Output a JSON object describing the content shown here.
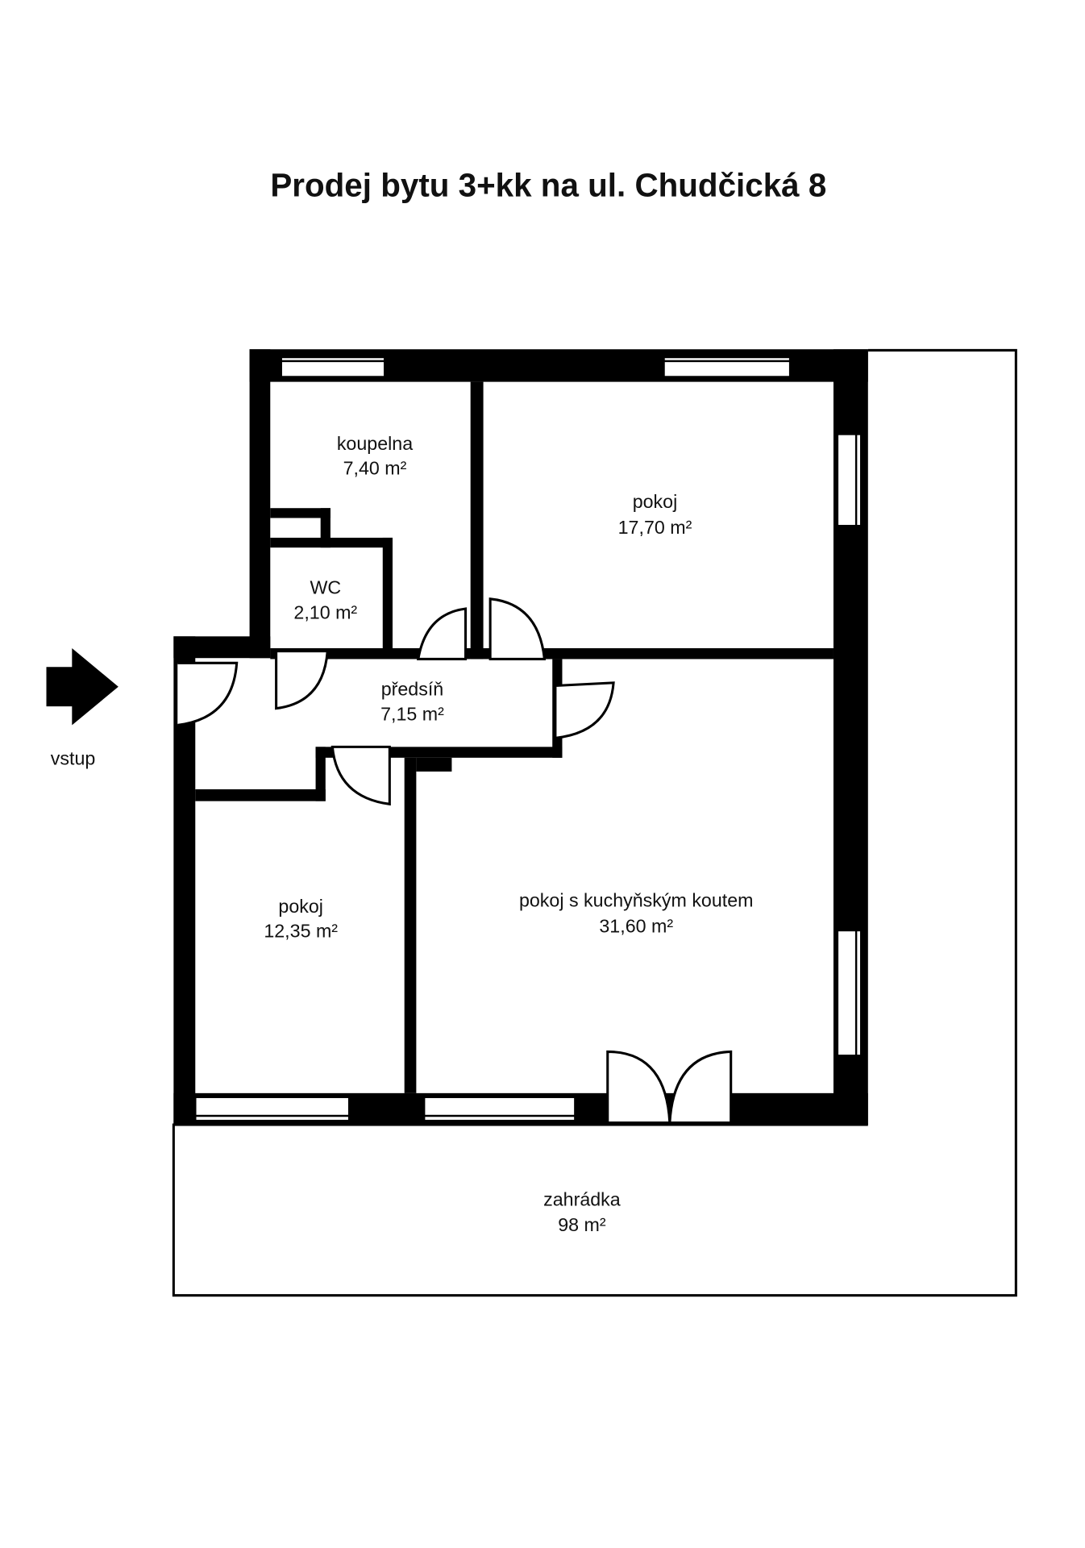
{
  "title": "Prodej bytu 3+kk na ul. Chudčická 8",
  "entry": {
    "label": "vstup",
    "icon": "arrow-right-icon"
  },
  "rooms": [
    {
      "name": "koupelna",
      "area": "7,40 m²"
    },
    {
      "name": "pokoj",
      "area": "17,70 m²"
    },
    {
      "name": "WC",
      "area": "2,10 m²"
    },
    {
      "name": "předsíň",
      "area": "7,15 m²"
    },
    {
      "name": "pokoj",
      "area": "12,35 m²"
    },
    {
      "name": "pokoj s kuchyňským koutem",
      "area": "31,60 m²"
    },
    {
      "name": "zahrádka",
      "area": "98 m²"
    }
  ],
  "colors": {
    "wall": "#000000",
    "background": "#ffffff"
  }
}
